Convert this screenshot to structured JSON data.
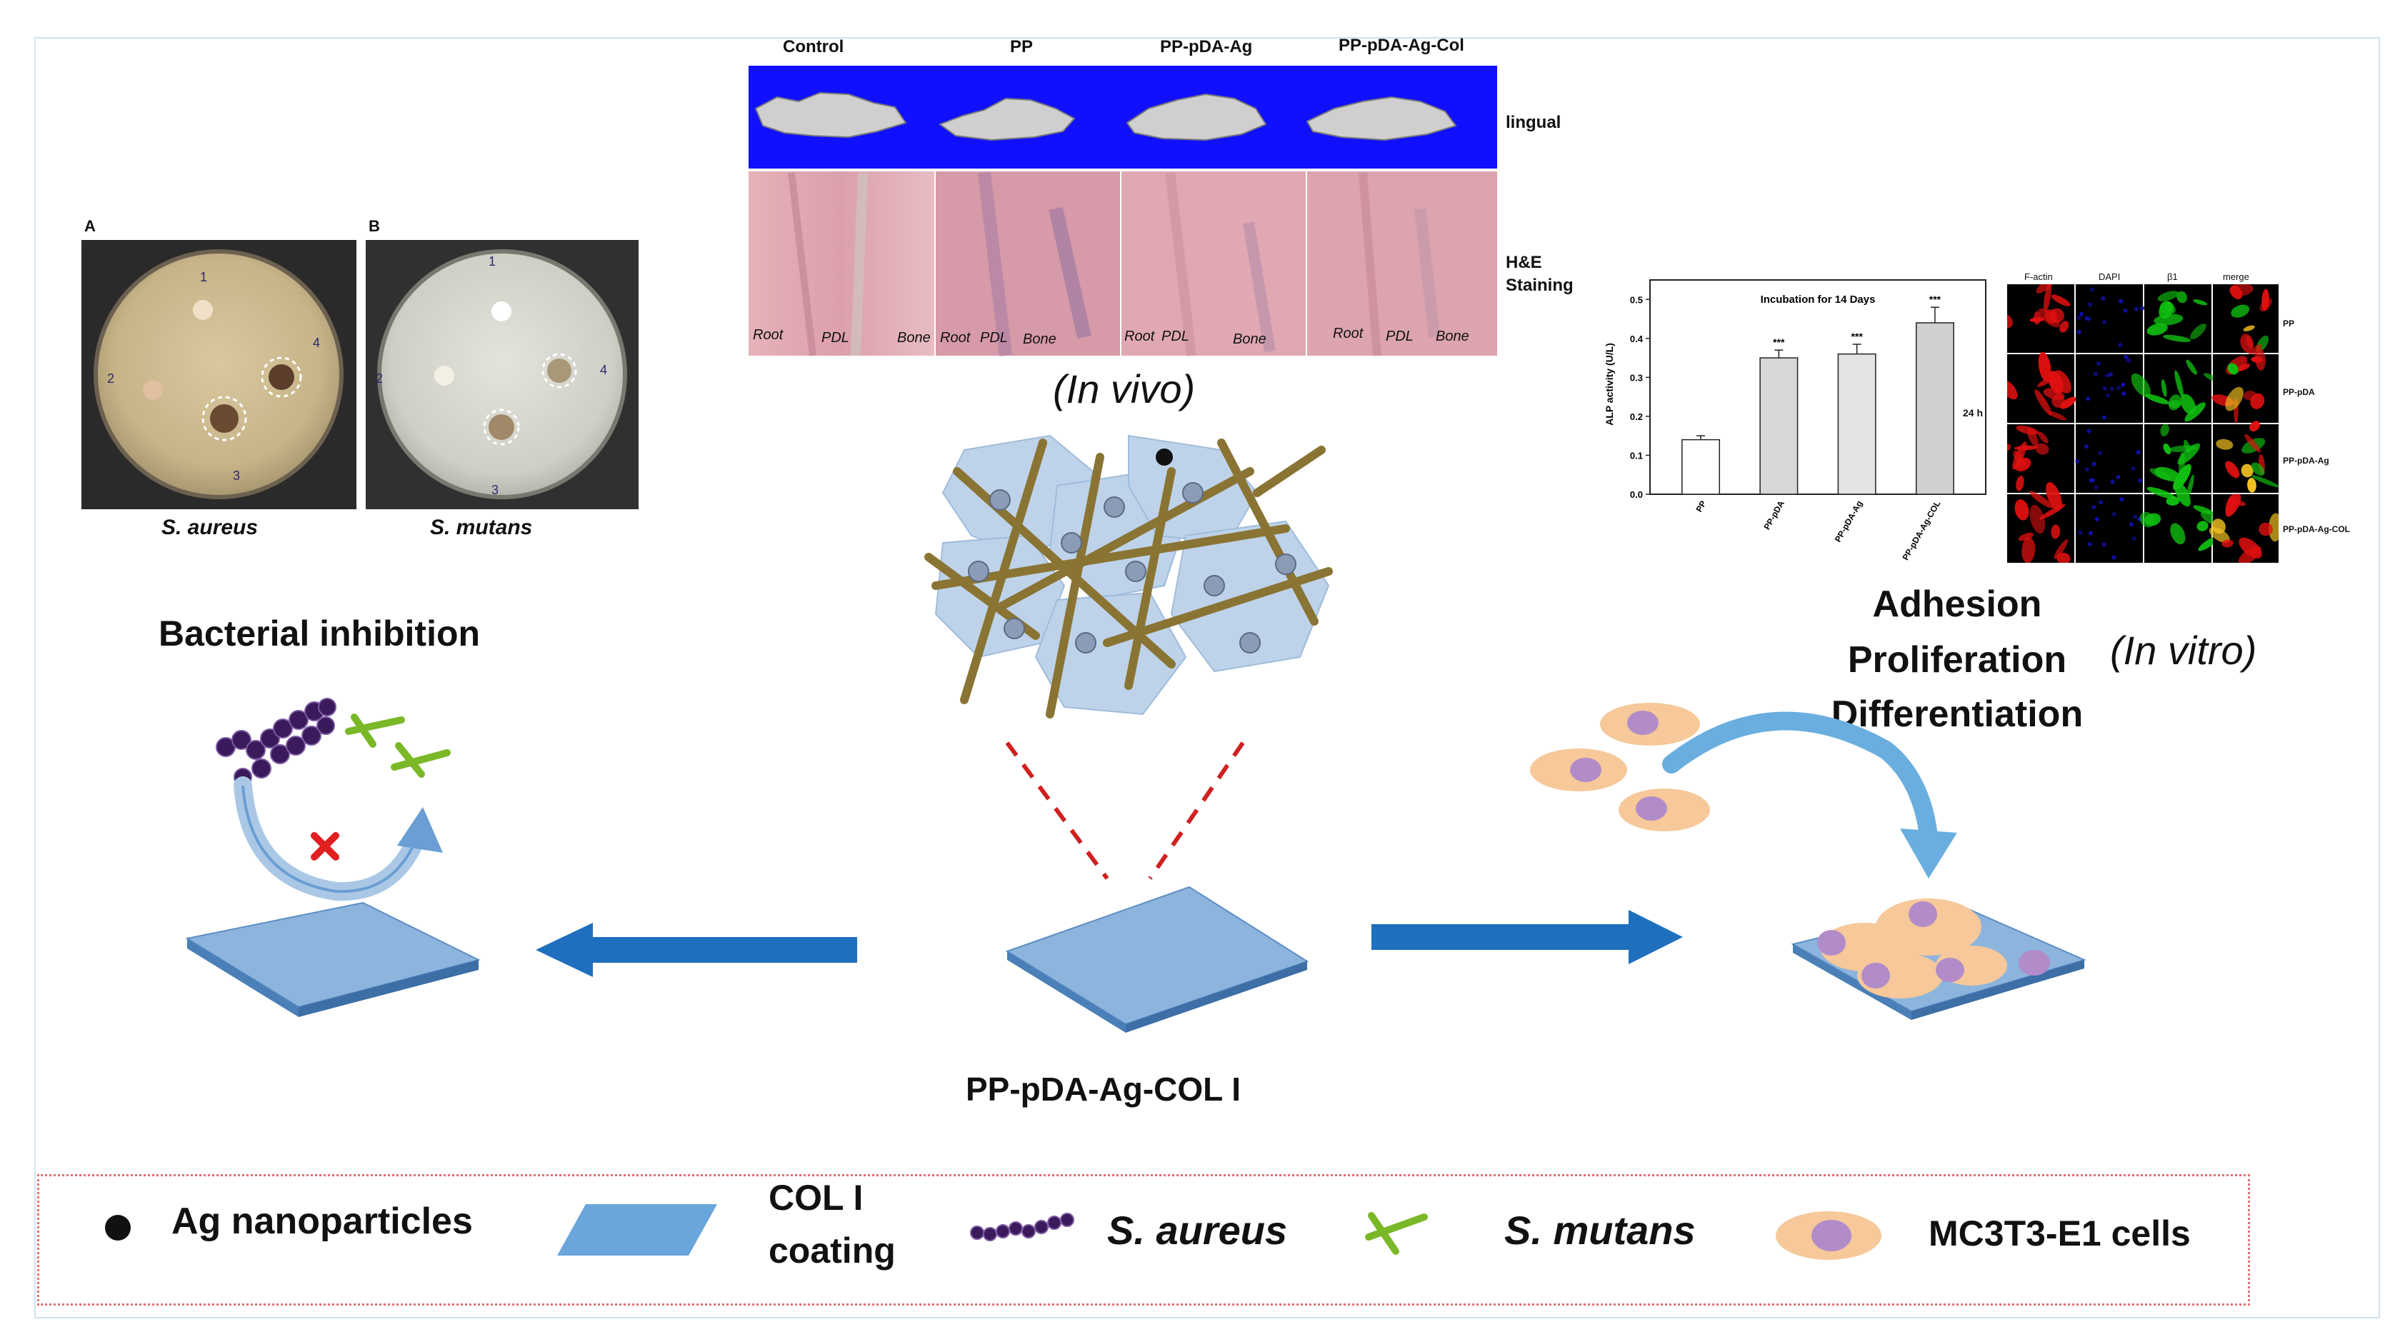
{
  "petri": {
    "label_a": "A",
    "label_b": "B",
    "caption_a": "S. aureus",
    "caption_b": "S. mutans",
    "dish_numbers_a": [
      "1",
      "2",
      "3",
      "4"
    ],
    "dish_numbers_b": [
      "1",
      "2",
      "3",
      "4"
    ]
  },
  "invivo": {
    "columns": [
      "Control",
      "PP",
      "PP-pDA-Ag",
      "PP-pDA-Ag-Col"
    ],
    "row_labels": [
      "lingual",
      "H&E",
      "Staining"
    ],
    "tissue_labels": [
      "Root",
      "PDL",
      "Bone"
    ],
    "caption": "(In vivo)"
  },
  "invitro": {
    "caption": "(In vitro)",
    "outcomes": [
      "Adhesion",
      "Proliferation",
      "Differentiation"
    ],
    "fluor_columns": [
      "F-actin",
      "DAPI",
      "β1",
      "merge"
    ],
    "fluor_rows": [
      "PP",
      "PP-pDA",
      "PP-pDA-Ag",
      "PP-pDA-Ag-COL"
    ],
    "fluor_time": "24 h",
    "colors": {
      "factin": "#e01010",
      "dapi": "#1010b0",
      "b1": "#10c010"
    }
  },
  "chart_data": {
    "type": "bar",
    "title": "Incubation for 14 Days",
    "ylabel": "ALP activity (U/L)",
    "xlabel": "",
    "categories": [
      "PP",
      "PP-pDA",
      "PP-pDA-Ag",
      "PP-pDA-Ag-COL"
    ],
    "values": [
      0.14,
      0.35,
      0.36,
      0.44
    ],
    "errors": [
      0.01,
      0.02,
      0.025,
      0.04
    ],
    "significance": [
      "",
      "***",
      "***",
      "***"
    ],
    "ylim": [
      0,
      0.55
    ],
    "yticks": [
      "0.0",
      "0.1",
      "0.2",
      "0.3",
      "0.4",
      "0.5"
    ],
    "grid": false
  },
  "center": {
    "material_label": "PP-pDA-Ag-COL I"
  },
  "left": {
    "title": "Bacterial inhibition"
  },
  "legend": {
    "items": [
      {
        "label": "Ag nanoparticles",
        "italic": false
      },
      {
        "label_line1": "COL I",
        "label_line2": "coating",
        "italic": false
      },
      {
        "label": "S. aureus",
        "italic": true
      },
      {
        "label": "S. mutans",
        "italic": true
      },
      {
        "label": "MC3T3-E1 cells",
        "italic": false
      }
    ]
  },
  "colors": {
    "sheet": "#8db4dd",
    "sheet_edge": "#4a7fb8",
    "arrow": "#1f6fbf",
    "fiber": "#8a7434",
    "cell_body": "#f6c89a",
    "cell_nucleus": "#b28cc8",
    "bacteria": "#3a1a5a",
    "mutans": "#7ab828",
    "cross": "#e02020",
    "dash": "#d02020",
    "blue_band": "#1010ff",
    "he_pink": "#e2a8b0"
  }
}
